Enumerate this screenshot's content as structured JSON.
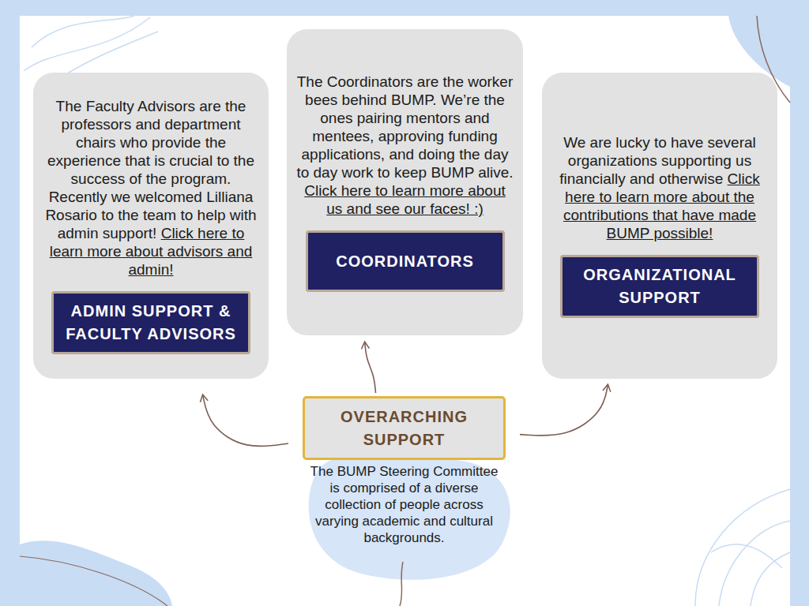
{
  "diagram": {
    "nodes": [
      {
        "text": [
          "The Faculty Advisors are the professors and department chairs who provide the experience that is crucial to the success of the program. Recently we welcomed Lilliana Rosario to the team to help with admin support!",
          "Click here to learn more about advisors and admin!"
        ]
      },
      {
        "text": [
          "ADMIN SUPPORT & FACULTY ADVISORS"
        ],
        "in": 0
      },
      {
        "text": [
          "The Coordinators are the worker bees behind BUMP. We’re the ones pairing mentors and mentees, approving funding applications, and doing the day to day work to keep BUMP alive.",
          "Click here to learn more about us and see our faces! :)"
        ]
      },
      {
        "text": [
          "COORDINATORS"
        ],
        "in": 2
      },
      {
        "text": [
          "We are lucky to have several organizations supporting us financially and otherwise",
          "Click here to learn more about the contributions that have made BUMP possible!"
        ]
      },
      {
        "text": [
          "ORGANIZATIONAL SUPPORT"
        ],
        "in": 4
      },
      {
        "text": [
          "OVERARCHING SUPPORT",
          "The BUMP Steering Committee is comprised of a diverse collection of people across varying academic and cultural backgrounds."
        ]
      }
    ],
    "edges": [
      {
        "from": 6,
        "to": 0,
        "arrow": "to"
      },
      {
        "from": 6,
        "to": 2,
        "arrow": "to"
      },
      {
        "from": 6,
        "to": 4,
        "arrow": "to"
      }
    ]
  }
}
